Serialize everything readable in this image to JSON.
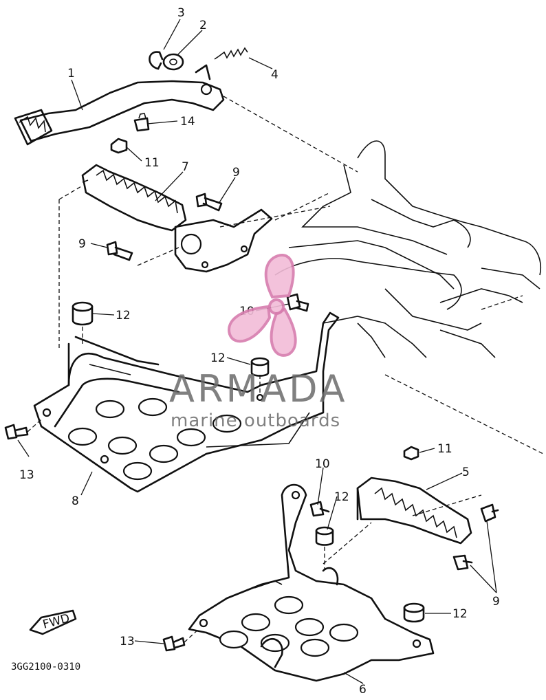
{
  "watermark": {
    "brand": "ARMADA",
    "tagline": "marine outboards",
    "logo_icon": "propeller-logo-icon",
    "logo_color": "#e79bc6",
    "text_color": "#6b6b6b"
  },
  "diagram_code": "3GG2100-0310",
  "fwd_label": "FWD",
  "callouts": [
    {
      "id": "c1",
      "label": "1"
    },
    {
      "id": "c2",
      "label": "2"
    },
    {
      "id": "c3",
      "label": "3"
    },
    {
      "id": "c4",
      "label": "4"
    },
    {
      "id": "c5",
      "label": "5"
    },
    {
      "id": "c6",
      "label": "6"
    },
    {
      "id": "c7",
      "label": "7"
    },
    {
      "id": "c8",
      "label": "8"
    },
    {
      "id": "c9a",
      "label": "9"
    },
    {
      "id": "c9b",
      "label": "9"
    },
    {
      "id": "c9c",
      "label": "9"
    },
    {
      "id": "c10a",
      "label": "10"
    },
    {
      "id": "c10b",
      "label": "10"
    },
    {
      "id": "c11a",
      "label": "11"
    },
    {
      "id": "c11b",
      "label": "11"
    },
    {
      "id": "c12a",
      "label": "12"
    },
    {
      "id": "c12b",
      "label": "12"
    },
    {
      "id": "c12c",
      "label": "12"
    },
    {
      "id": "c12d",
      "label": "12"
    },
    {
      "id": "c13a",
      "label": "13"
    },
    {
      "id": "c13b",
      "label": "13"
    },
    {
      "id": "c14",
      "label": "14"
    }
  ]
}
